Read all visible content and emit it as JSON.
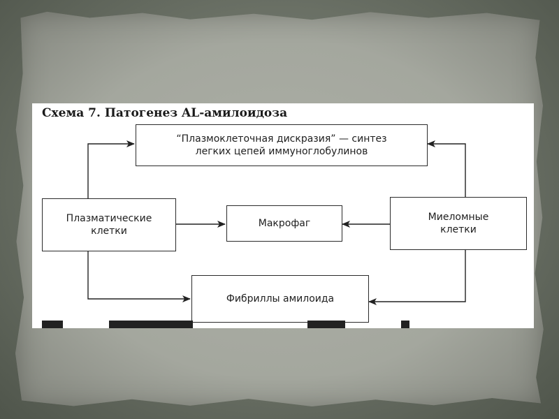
{
  "diagram": {
    "title": "Схема 7. Патогенез AL-амилоидоза",
    "nodes": {
      "dyscrasia": {
        "line1": "“Плазмоклеточная дискразия” — синтез",
        "line2": "легких цепей иммуноглобулинов"
      },
      "plasma_cells": {
        "line1": "Плазматические",
        "line2": "клетки"
      },
      "macrophage": {
        "line1": "Макрофаг"
      },
      "myeloma_cells": {
        "line1": "Миеломные",
        "line2": "клетки"
      },
      "fibrils": {
        "line1": "Фибриллы амилоида"
      }
    },
    "edges": [
      {
        "from": "plasma_cells",
        "to": "dyscrasia"
      },
      {
        "from": "myeloma_cells",
        "to": "dyscrasia"
      },
      {
        "from": "plasma_cells",
        "to": "macrophage"
      },
      {
        "from": "myeloma_cells",
        "to": "macrophage"
      },
      {
        "from": "plasma_cells",
        "to": "fibrils"
      },
      {
        "from": "myeloma_cells",
        "to": "fibrils"
      }
    ]
  },
  "colors": {
    "slide_background": "#6e7468",
    "paper": "#a4a79e",
    "figure_background": "#ffffff",
    "ink": "#1e1e1e"
  }
}
